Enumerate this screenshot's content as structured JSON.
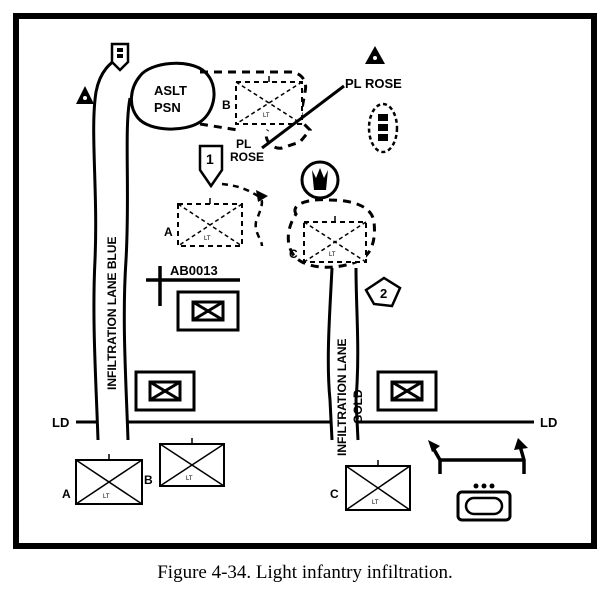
{
  "figure": {
    "caption": "Figure 4-34.  Light infantry infiltration."
  },
  "labels": {
    "aslt_line1": "ASLT",
    "aslt_line2": "PSN",
    "pl_rose_right": "PL ROSE",
    "pl_rose_left_1": "PL",
    "pl_rose_left_2": "ROSE",
    "lane_blue": "INFILTRATION LANE BLUE",
    "lane_gold_1": "INFILTRATION LANE",
    "lane_gold_2": "GOLD",
    "grid_ref": "AB0013",
    "ld_left": "LD",
    "ld_right": "LD",
    "marker_1": "1",
    "marker_2": "2"
  },
  "units": [
    {
      "id": "unit-a-upper",
      "letter": "A",
      "size": "LT"
    },
    {
      "id": "unit-b-upper",
      "letter": "B",
      "size": "LT"
    },
    {
      "id": "unit-c-upper",
      "letter": "C",
      "size": "LT"
    },
    {
      "id": "unit-a-lower",
      "letter": "A",
      "size": "LT"
    },
    {
      "id": "unit-b-lower",
      "letter": "B",
      "size": "LT"
    },
    {
      "id": "unit-c-lower",
      "letter": "C",
      "size": "LT"
    }
  ]
}
